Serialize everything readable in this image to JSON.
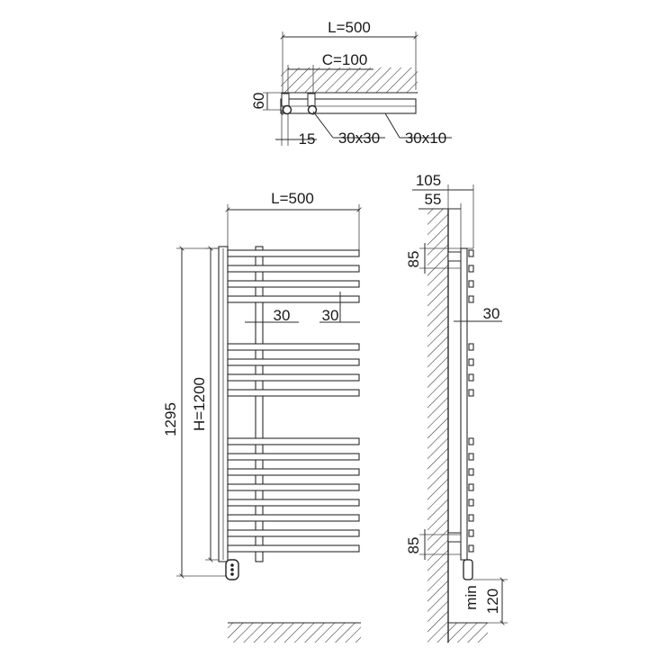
{
  "top_view": {
    "width_label": "L=500",
    "centers_label": "C=100",
    "depth_label": "60",
    "offset_label": "15",
    "tube_label": "30x30",
    "flat_label": "30x10"
  },
  "front_view": {
    "width_label": "L=500",
    "total_height_label": "1295",
    "height_label": "H=1200",
    "gap_label_a": "30",
    "gap_label_b": "30"
  },
  "side_view": {
    "depth_outer_label": "105",
    "depth_inner_label": "55",
    "top_bracket_label": "85",
    "bar_label": "30",
    "bottom_bracket_label": "85",
    "min_label": "min",
    "floor_label": "120"
  }
}
